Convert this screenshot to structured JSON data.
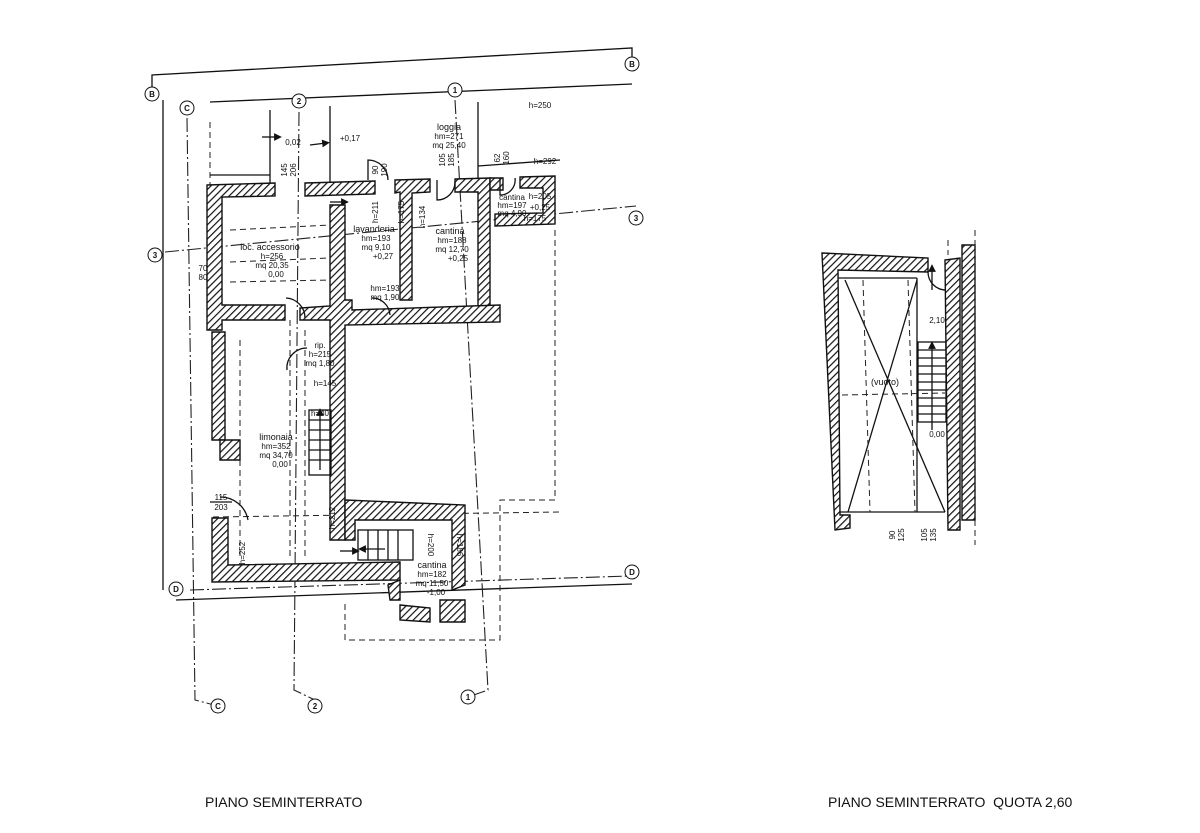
{
  "titles": {
    "left": "PIANO SEMINTERRATO",
    "right": "PIANO SEMINTERRATO  QUOTA 2,60"
  },
  "grid_markers": {
    "b_left": "B",
    "b_right": "B",
    "c_top": "C",
    "c_bottom": "C",
    "two_top": "2",
    "two_bottom": "2",
    "one_top": "1",
    "one_bottom": "1",
    "three_left": "3",
    "three_right": "3",
    "d_left": "D",
    "d_right": "D"
  },
  "rooms": {
    "loggia": {
      "name": "loggia",
      "height": "hm=271",
      "area": "mq 25,40",
      "h1": "h=250",
      "h2": "h=292"
    },
    "entry": {
      "level1": "0,02",
      "level2": "+0,17",
      "dim1a": "145",
      "dim1b": "206",
      "dim2a": "90",
      "dim2b": "190",
      "dim3a": "105",
      "dim3b": "185",
      "dim4a": "62",
      "dim4b": "160"
    },
    "loc_accessorio": {
      "name": "loc. accessorio",
      "height": "h=256",
      "area": "mq 20,35",
      "level": "0,00",
      "dim_a": "70",
      "dim_b": "80"
    },
    "lavanderia": {
      "name": "lavanderia",
      "height": "hm=193",
      "area": "mq 9,10",
      "level": "+0,27",
      "dim": "h=211"
    },
    "disimpegno": {
      "height": "hm=193",
      "area": "mq 1,90"
    },
    "cantina1": {
      "name": "cantina",
      "height": "hm=188",
      "area": "mq 12,70",
      "level": "+0,25",
      "dim1": "h=175",
      "dim2": "h=134"
    },
    "cantina2": {
      "name": "cantina",
      "height": "hm=197",
      "area": "mq 4,90",
      "h1": "h=205",
      "h2": "h=175",
      "level": "+0,25"
    },
    "rip": {
      "name": "rip.",
      "height": "h=215",
      "area": "mq 1,80",
      "h1": "h=145",
      "h2": "h=40"
    },
    "limonaia": {
      "name": "limonaia",
      "height": "hm=352",
      "area": "mq 34,70",
      "level": "0,00",
      "dim_a": "115",
      "dim_b": "203",
      "h1": "h=252",
      "h2": "h=212"
    },
    "cantina3": {
      "name": "cantina",
      "height": "hm=182",
      "area": "mq 11,50",
      "level": "-1,00",
      "h1": "h=200",
      "h2": "h=186"
    }
  },
  "upper": {
    "void_label": "(vuoto)",
    "level_top": "2,10",
    "level_bottom": "0,00",
    "dim1a": "90",
    "dim1b": "125",
    "dim2a": "105",
    "dim2b": "135"
  }
}
